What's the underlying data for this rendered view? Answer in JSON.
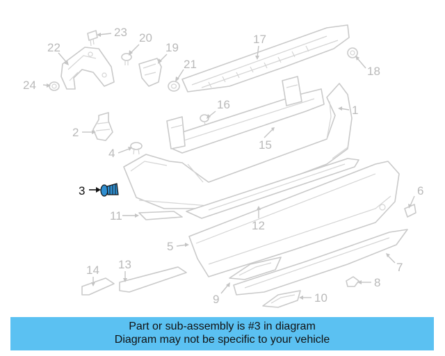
{
  "callouts": {
    "c1": "1",
    "c2": "2",
    "c3": "3",
    "c4": "4",
    "c5": "5",
    "c6": "6",
    "c7": "7",
    "c8": "8",
    "c9": "9",
    "c10": "10",
    "c11": "11",
    "c12": "12",
    "c13": "13",
    "c14": "14",
    "c15": "15",
    "c16": "16",
    "c17": "17",
    "c18": "18",
    "c19": "19",
    "c20": "20",
    "c21": "21",
    "c22": "22",
    "c23": "23",
    "c24": "24"
  },
  "highlighted_part": "3",
  "colors": {
    "banner": "#5bc1f2",
    "part_line": "#c9c9c9",
    "highlight": "#111111",
    "callout_text": "#b9b9b9"
  },
  "banner": {
    "line1": "Part or sub-assembly is #3 in diagram",
    "line2": "Diagram may not be specific to your vehicle"
  }
}
